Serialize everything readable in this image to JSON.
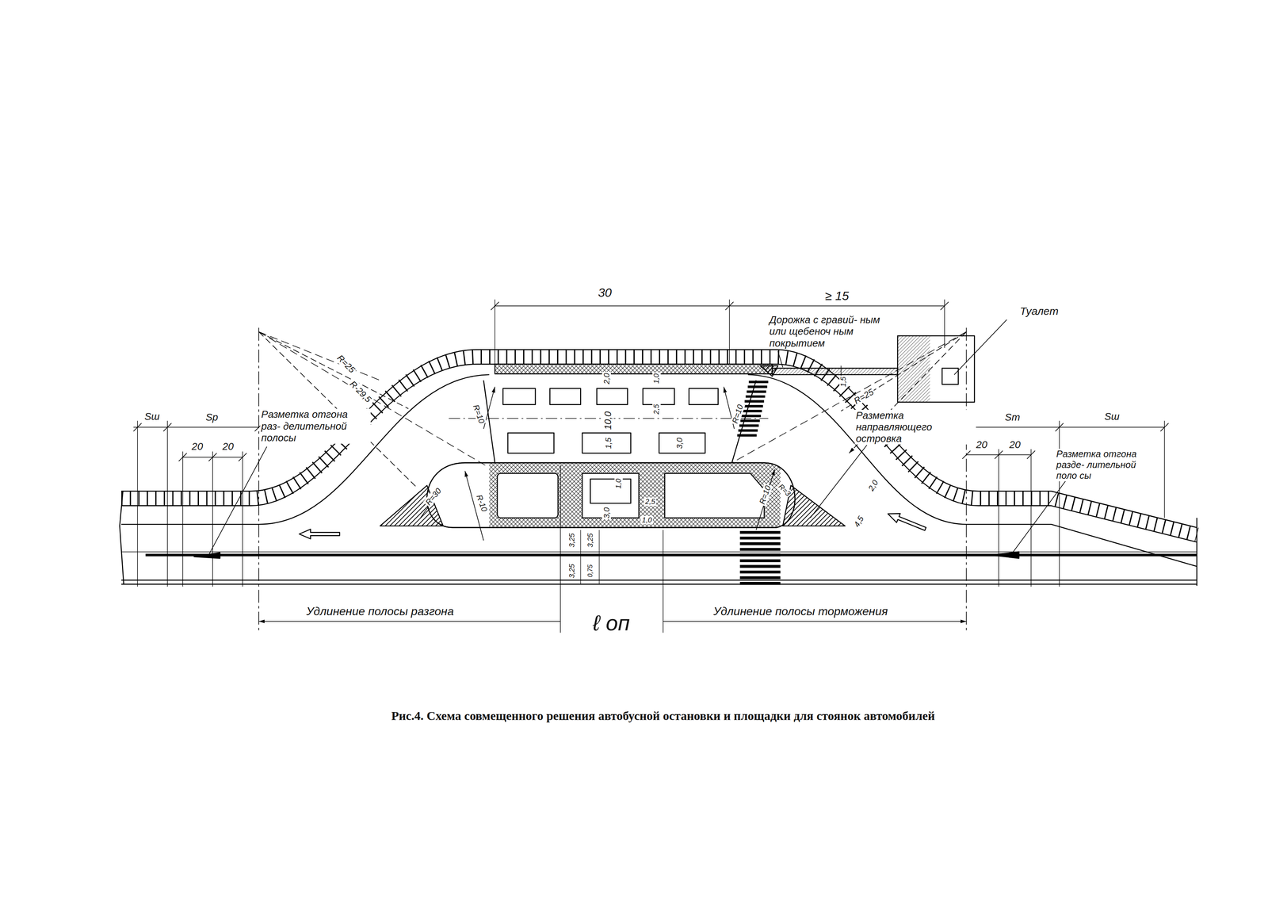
{
  "diagram": {
    "caption": "Рис.4. Схема совмещенного решения автобусной остановки и площадки для стоянок автомобилей",
    "labels": [
      "30",
      "≥ 15",
      "Дорожка с гравий- ным или щебеноч ным покрытием",
      "Туалет",
      "1,5",
      "2,0",
      "1,0",
      "2,5",
      "10,0",
      "1,5",
      "3,0",
      "R=10",
      "R=10",
      "R=25",
      "R-29,5",
      "R=25",
      "R=29,5",
      "Разметка отгона раз- делительной полосы",
      "Разметка направляющего островка",
      "Sш",
      "Sр",
      "20",
      "20",
      "Sт",
      "Sш",
      "20",
      "20",
      "Разметка отгона разде- лительной поло сы",
      "R=30",
      "R-10",
      "1,0",
      "3,0",
      "2,5",
      "1,0",
      "R=10",
      "R=3",
      "2,0",
      "4,5",
      "3,25",
      "3,25",
      "3,25",
      "0,75",
      "Удлинение полосы разгона",
      "ℓ оп",
      "Удлинение полосы торможения"
    ]
  }
}
